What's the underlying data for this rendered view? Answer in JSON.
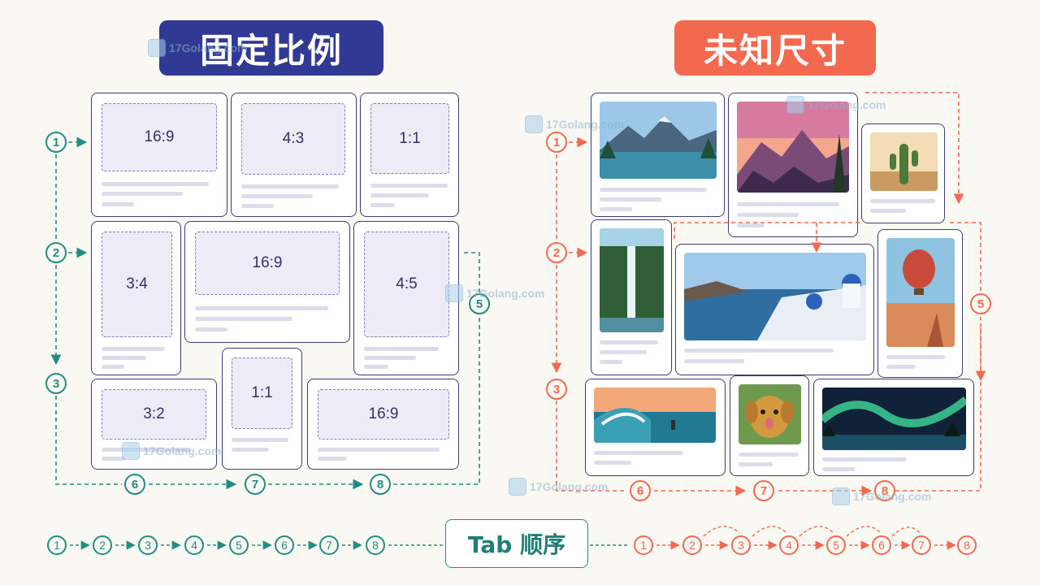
{
  "titles": {
    "left": "固定比例",
    "right": "未知尺寸"
  },
  "left_cards": [
    {
      "ratio": "16:9"
    },
    {
      "ratio": "4:3"
    },
    {
      "ratio": "1:1"
    },
    {
      "ratio": "3:4"
    },
    {
      "ratio": "16:9"
    },
    {
      "ratio": "4:5"
    },
    {
      "ratio": "3:2"
    },
    {
      "ratio": "1:1"
    },
    {
      "ratio": "16:9"
    }
  ],
  "right_images": [
    "lake-mountain-image",
    "sunset-mountain-image",
    "cactus-image",
    "waterfall-image",
    "santorini-image",
    "balloon-image",
    "surfer-image",
    "dog-image",
    "aurora-image"
  ],
  "left_badges": [
    "1",
    "2",
    "3",
    "5",
    "6",
    "7",
    "8"
  ],
  "right_badges": [
    "1",
    "2",
    "3",
    "5",
    "6",
    "7",
    "8"
  ],
  "tab_order": {
    "label": "Tab 顺序",
    "left_sequence": [
      "1",
      "2",
      "3",
      "4",
      "5",
      "6",
      "7",
      "8"
    ],
    "right_sequence": [
      "1",
      "2",
      "3",
      "4",
      "5",
      "6",
      "7",
      "8"
    ]
  },
  "watermark": "17Golang.com",
  "colors": {
    "left_accent": "#238c82",
    "right_accent": "#f2694f",
    "left_title_bg": "#303a94",
    "right_title_bg": "#f2694f"
  }
}
